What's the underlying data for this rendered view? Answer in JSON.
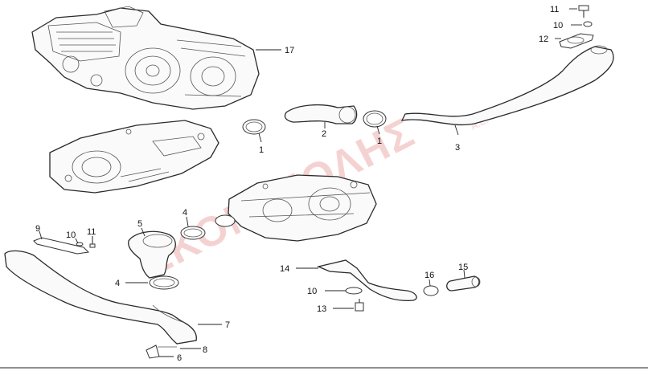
{
  "watermark": {
    "main": "ΣΚΟΝΤΖΟΛΗΣ",
    "suffix": "Α.Ε."
  },
  "callouts": {
    "c1a": "1",
    "c1b": "1",
    "c2": "2",
    "c3": "3",
    "c4a": "4",
    "c4b": "4",
    "c5": "5",
    "c6": "6",
    "c7": "7",
    "c8": "8",
    "c9": "9",
    "c10a": "10",
    "c10b": "10",
    "c10c": "10",
    "c11a": "11",
    "c11b": "11",
    "c12": "12",
    "c13": "13",
    "c14": "14",
    "c15": "15",
    "c16": "16",
    "c17": "17"
  }
}
